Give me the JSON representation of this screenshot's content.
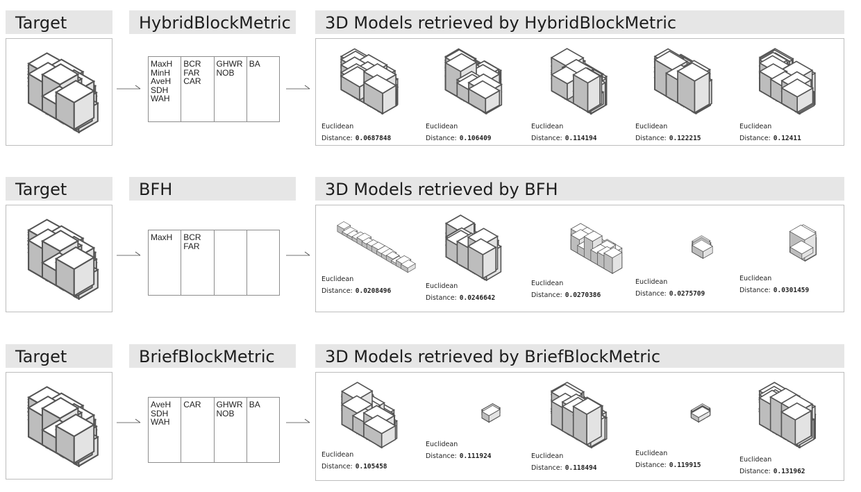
{
  "rows": [
    {
      "target_label": "Target",
      "method_label": "HybridBlockMetric",
      "retrieved_label": "3D Models retrieved by HybridBlockMetric",
      "metric_columns": [
        [
          "MaxH",
          "MinH",
          "AveH",
          "SDH",
          "WAH"
        ],
        [
          "BCR",
          "FAR",
          "CAR"
        ],
        [
          "GHWR",
          "NOB"
        ],
        [
          "BA"
        ]
      ],
      "results": [
        {
          "label_line1": "Euclidean",
          "label_line2": "Distance:",
          "distance": "0.0687848",
          "shape": "block"
        },
        {
          "label_line1": "Euclidean",
          "label_line2": "Distance:",
          "distance": "0.106409",
          "shape": "block"
        },
        {
          "label_line1": "Euclidean",
          "label_line2": "Distance:",
          "distance": "0.114194",
          "shape": "block"
        },
        {
          "label_line1": "Euclidean",
          "label_line2": "Distance:",
          "distance": "0.122215",
          "shape": "block"
        },
        {
          "label_line1": "Euclidean",
          "label_line2": "Distance:",
          "distance": "0.12411",
          "shape": "block"
        }
      ]
    },
    {
      "target_label": "Target",
      "method_label": "BFH",
      "retrieved_label": "3D Models retrieved by BFH",
      "metric_columns": [
        [
          "MaxH"
        ],
        [
          "BCR",
          "FAR"
        ],
        [],
        []
      ],
      "results": [
        {
          "label_line1": "Euclidean",
          "label_line2": "Distance:",
          "distance": "0.0208496",
          "shape": "strip-diag"
        },
        {
          "label_line1": "Euclidean",
          "label_line2": "Distance:",
          "distance": "0.0246642",
          "shape": "block"
        },
        {
          "label_line1": "Euclidean",
          "label_line2": "Distance:",
          "distance": "0.0270386",
          "shape": "wide"
        },
        {
          "label_line1": "Euclidean",
          "label_line2": "Distance:",
          "distance": "0.0275709",
          "shape": "strip-flat"
        },
        {
          "label_line1": "Euclidean",
          "label_line2": "Distance:",
          "distance": "0.0301459",
          "shape": "strip-chunky"
        }
      ]
    },
    {
      "target_label": "Target",
      "method_label": "BriefBlockMetric",
      "retrieved_label": "3D Models retrieved by BriefBlockMetric",
      "metric_columns": [
        [
          "AveH",
          "SDH",
          "WAH"
        ],
        [
          "CAR"
        ],
        [
          "GHWR",
          "NOB"
        ],
        [
          "BA"
        ]
      ],
      "results": [
        {
          "label_line1": "Euclidean",
          "label_line2": "Distance:",
          "distance": "0.105458",
          "shape": "block"
        },
        {
          "label_line1": "Euclidean",
          "label_line2": "Distance:",
          "distance": "0.111924",
          "shape": "strip-thin"
        },
        {
          "label_line1": "Euclidean",
          "label_line2": "Distance:",
          "distance": "0.118494",
          "shape": "block"
        },
        {
          "label_line1": "Euclidean",
          "label_line2": "Distance:",
          "distance": "0.119915",
          "shape": "strip-thin"
        },
        {
          "label_line1": "Euclidean",
          "label_line2": "Distance:",
          "distance": "0.131962",
          "shape": "block"
        }
      ]
    }
  ]
}
